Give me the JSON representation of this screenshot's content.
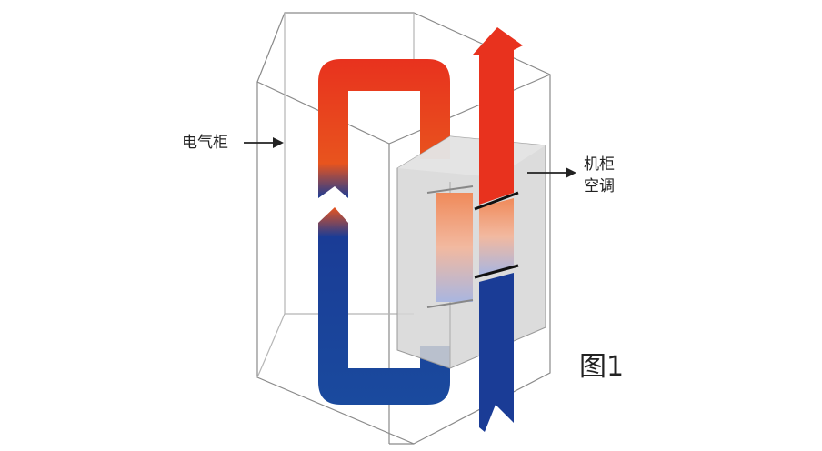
{
  "labels": {
    "cabinet": "电气柜",
    "ac_line1": "机柜",
    "ac_line2": "空调",
    "figure": "图1"
  },
  "colors": {
    "hot": "#e8321e",
    "warm": "#e8541e",
    "cold": "#1a3c96",
    "unit": "#d9d9d9",
    "outline": "#8a8a8a"
  }
}
